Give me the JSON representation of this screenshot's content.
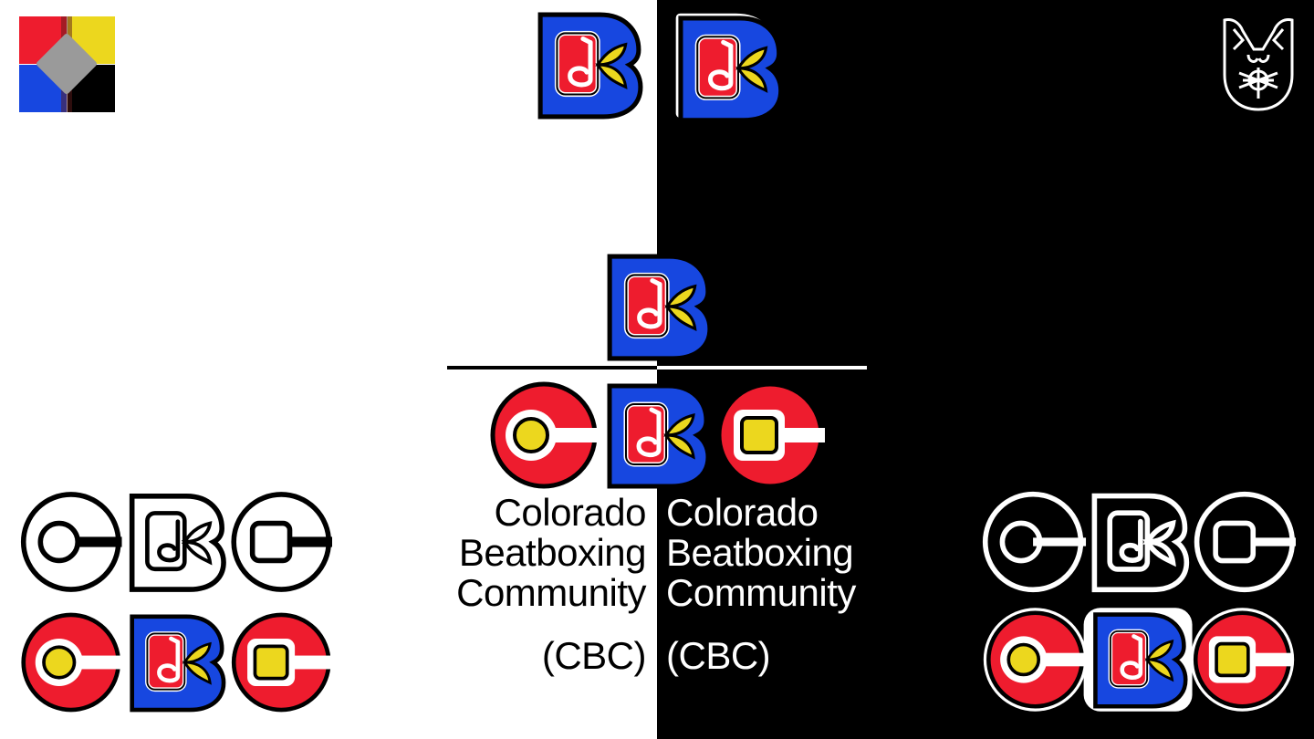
{
  "wordmark": {
    "line1": "Colorado",
    "line2": "Beatboxing",
    "line3": "Community",
    "abbreviation": "(CBC)"
  },
  "colors": {
    "blue": "#1747e0",
    "red": "#ee1c2e",
    "yellow": "#ecd71e",
    "black": "#000000",
    "white": "#ffffff",
    "gray": "#9a9a9a"
  },
  "icons": {
    "palette": "color-palette-swatch",
    "b_mark": "b-music-note-mark",
    "c_circle": "c-circle-mark",
    "c_square": "c-square-mark",
    "rabbit": "rabbit-emblem"
  }
}
